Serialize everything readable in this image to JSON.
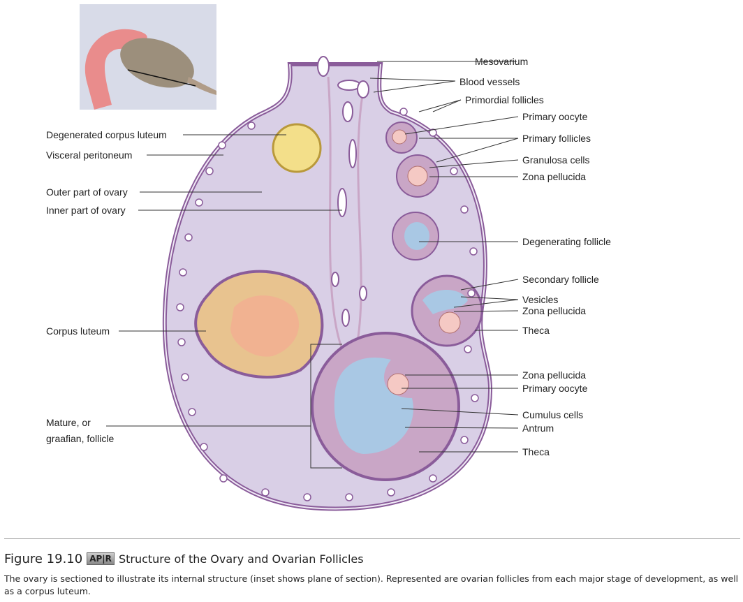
{
  "figure": {
    "number": "Figure 19.10",
    "badge": "AP|R",
    "title": "Structure of the Ovary and Ovarian Follicles",
    "caption": "The ovary is sectioned to illustrate its internal structure (inset shows plane of section). Represented are ovarian follicles from each major stage of development, as well as a corpus luteum."
  },
  "labels_right": [
    "Mesovarium",
    "Blood vessels",
    "Primordial follicles",
    "Primary oocyte",
    "Primary follicles",
    "Granulosa cells",
    "Zona pellucida",
    "Degenerating follicle",
    "Secondary follicle",
    "Vesicles",
    "Zona pellucida",
    "Theca",
    "Zona pellucida",
    "Primary oocyte",
    "Cumulus cells",
    "Antrum",
    "Theca"
  ],
  "labels_left": [
    "Degenerated corpus luteum",
    "Visceral peritoneum",
    "Outer part of ovary",
    "Inner part of ovary",
    "Corpus luteum",
    "Mature, or",
    "graafian, follicle"
  ],
  "colors": {
    "ovary": "#d9cfe6",
    "outline": "#8a5c9a",
    "corpus_luteum": "#e8b88f",
    "antrum": "#a9c8e4",
    "inset_bg": "#d8dbe8"
  }
}
